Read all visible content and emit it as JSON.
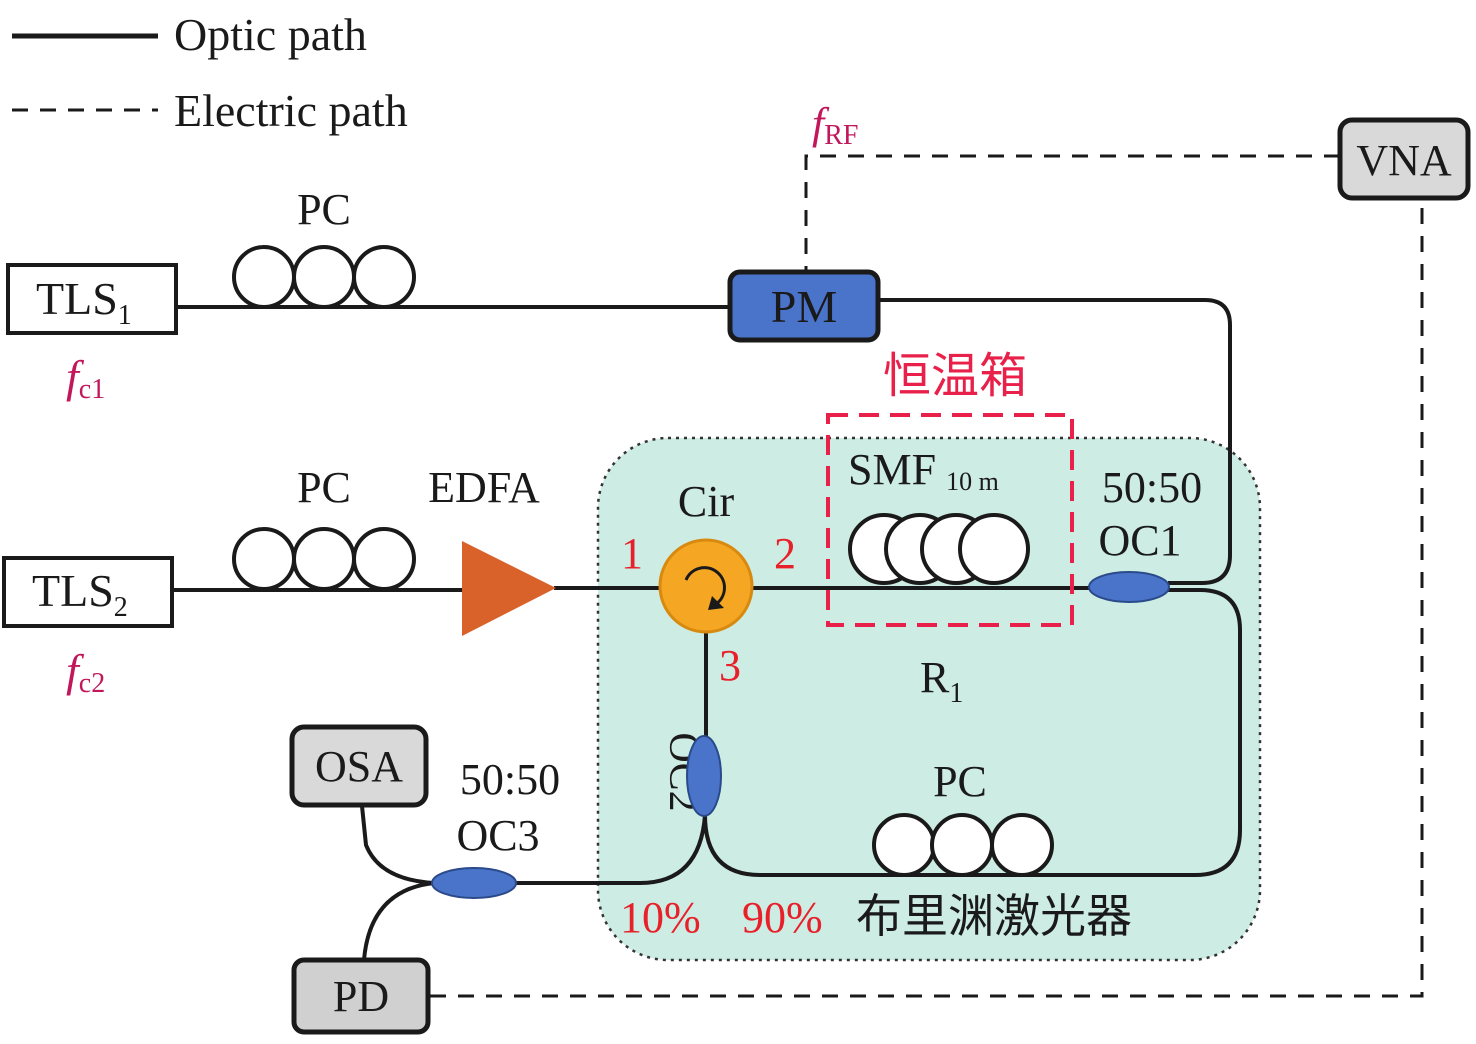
{
  "legend": {
    "optic": "Optic path",
    "electric": "Electric path"
  },
  "labels": {
    "frf_f": "f",
    "frf_sub": "RF",
    "vna": "VNA",
    "pc_top": "PC",
    "tls1_main": "TLS",
    "tls1_sub": "1",
    "fc1_f": "f",
    "fc1_sub": "c1",
    "pm": "PM",
    "oven": "恒温箱",
    "pc_mid": "PC",
    "edfa": "EDFA",
    "cir": "Cir",
    "smf_main": "SMF",
    "smf_sub": "10 m",
    "oc1_ratio": "50:50",
    "oc1_name": "OC1",
    "tls2_main": "TLS",
    "tls2_sub": "2",
    "fc2_f": "f",
    "fc2_sub": "c2",
    "port1": "1",
    "port2": "2",
    "port3": "3",
    "r1_main": "R",
    "r1_sub": "1",
    "oc2": "OC2",
    "osa": "OSA",
    "oc3_ratio": "50:50",
    "oc3_name": "OC3",
    "pc_bottom": "PC",
    "pct10": "10%",
    "pct90": "90%",
    "laser": "布里渊激光器",
    "pd": "PD"
  },
  "colors": {
    "laser_box": "#cdece3",
    "pm": "#4a74c9",
    "coupler": "#4a74c9",
    "edfa": "#d9622b",
    "circulator": "#f5a623",
    "instrument_box": "#d9d9d9",
    "port_label": "#e8202a",
    "oven_box": "#e8204a",
    "freq_label": "#c2185b"
  }
}
